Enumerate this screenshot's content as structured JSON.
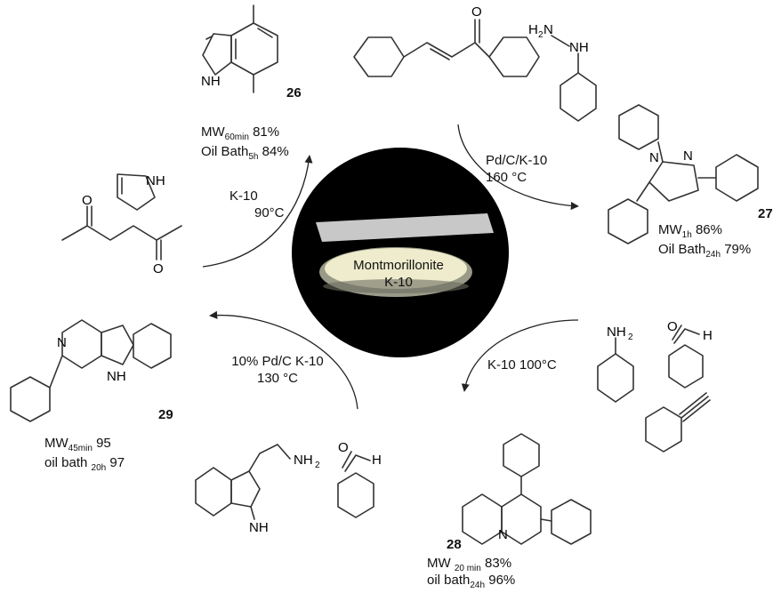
{
  "catalyst": {
    "label_line1": "Montmorillonite",
    "label_line2": "K-10",
    "colors": {
      "disc": "#000000",
      "dish": "#eeeccd",
      "glass": "#dcdcdc"
    }
  },
  "atoms": {
    "NH": "NH",
    "H": "H",
    "N": "N",
    "O": "O",
    "NH2": "NH",
    "sub2": "2",
    "H2N": "H",
    "H2N_tail": "N"
  },
  "products": {
    "p26": {
      "number": "26",
      "mw_prefix": "MW",
      "mw_sub": "60min",
      "mw_yield": "81%",
      "oil_prefix": "Oil Bath",
      "oil_sub": "5h",
      "oil_yield": "84%"
    },
    "p27": {
      "number": "27",
      "mw_prefix": "MW",
      "mw_sub": "1h",
      "mw_yield": "86%",
      "oil_prefix": "Oil Bath",
      "oil_sub": "24h",
      "oil_yield": "79%"
    },
    "p28": {
      "number": "28",
      "mw_prefix": "MW ",
      "mw_sub": "20 min",
      "mw_yield": "83%",
      "oil_prefix": "oil bath",
      "oil_sub": "24h",
      "oil_yield": "96%"
    },
    "p29": {
      "number": "29",
      "mw_prefix": "MW",
      "mw_sub": "45min",
      "mw_yield": "95",
      "oil_prefix": "oil bath ",
      "oil_sub": "20h",
      "oil_yield": "97"
    }
  },
  "conditions": {
    "c26_line1": "K-10",
    "c26_line2": "90°C",
    "c27_line1": "Pd/C/K-10",
    "c27_line2": "160 °C",
    "c28_line1": "K-10 100°C",
    "c29_line1": "10% Pd/C K-10",
    "c29_line2": "130 °C"
  }
}
